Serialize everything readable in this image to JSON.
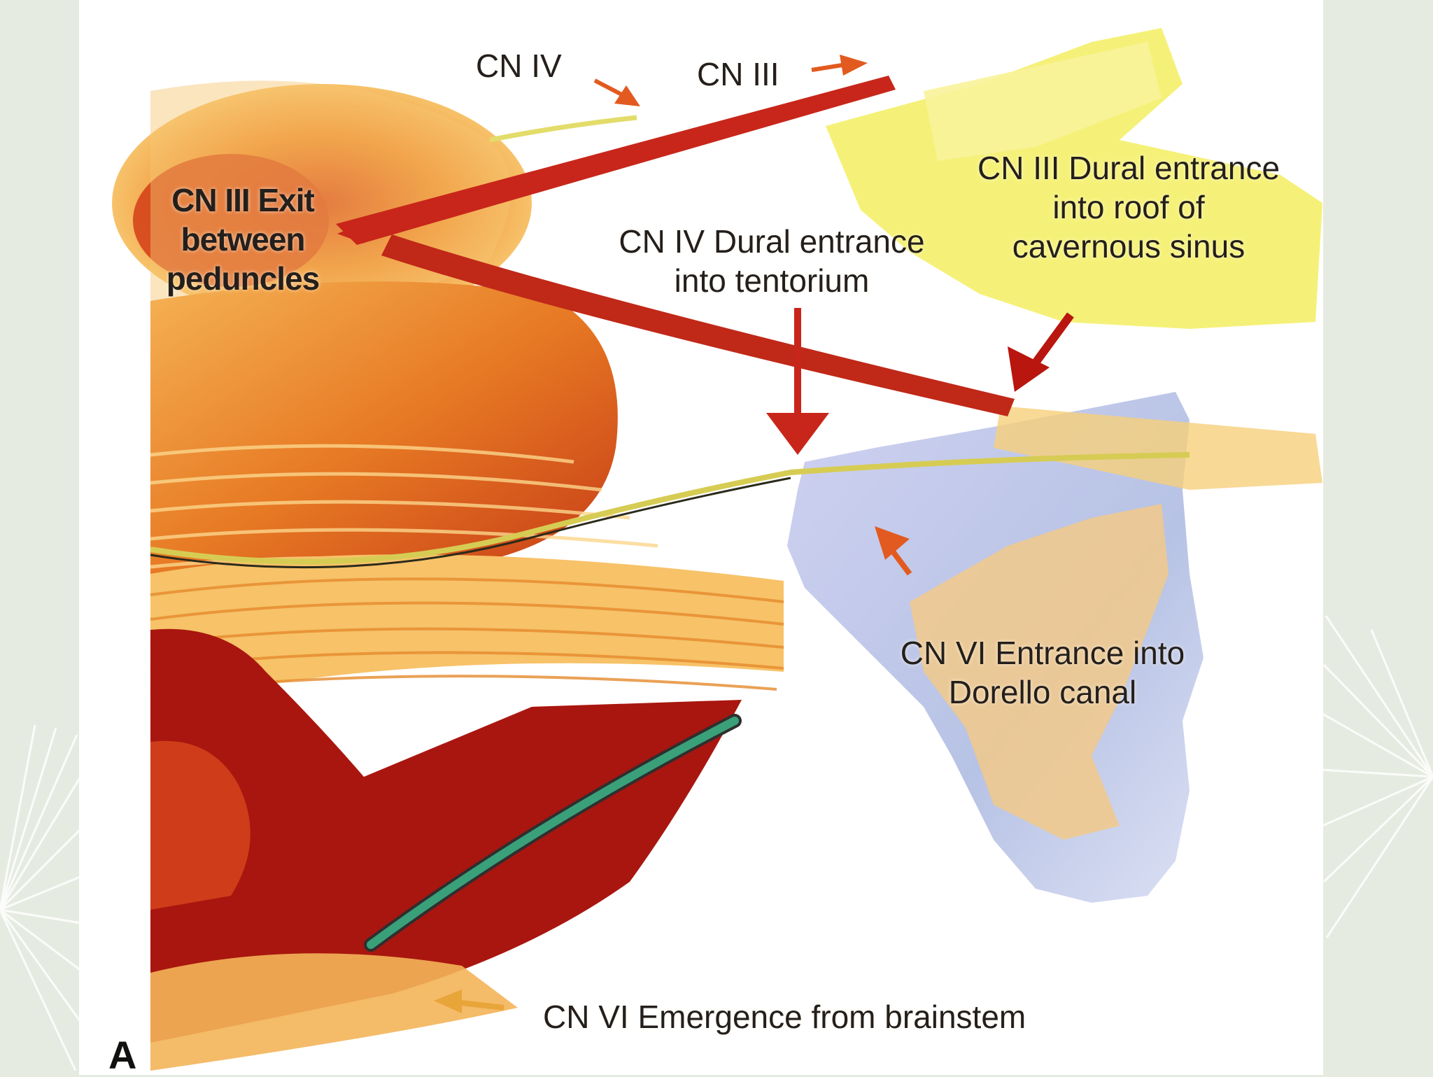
{
  "figure": {
    "panel_letter": "A",
    "colors": {
      "slide_background": "#e6ebe1",
      "panel_background": "#ffffff",
      "oculomotor_nerve": "#c8261a",
      "trochlear_nerve": "#d8d060",
      "abducens_nerve": "#3aa07a",
      "cavernous_sinus": "#f2ee5a",
      "dura": "#b9c3e6",
      "brainstem": "#e98a2c"
    },
    "labels": {
      "cn_iv": "CN IV",
      "cn_iii": "CN III",
      "cn_iii_exit": "CN III Exit\nbetween\npeduncles",
      "cn_iv_dural": "CN IV Dural entrance\ninto tentorium",
      "cn_iii_dural": "CN III Dural entrance\ninto roof of\ncavernous sinus",
      "cn_vi_dorello": "CN VI Entrance into\nDorello canal",
      "cn_vi_emergence": "CN VI Emergence from brainstem"
    }
  }
}
